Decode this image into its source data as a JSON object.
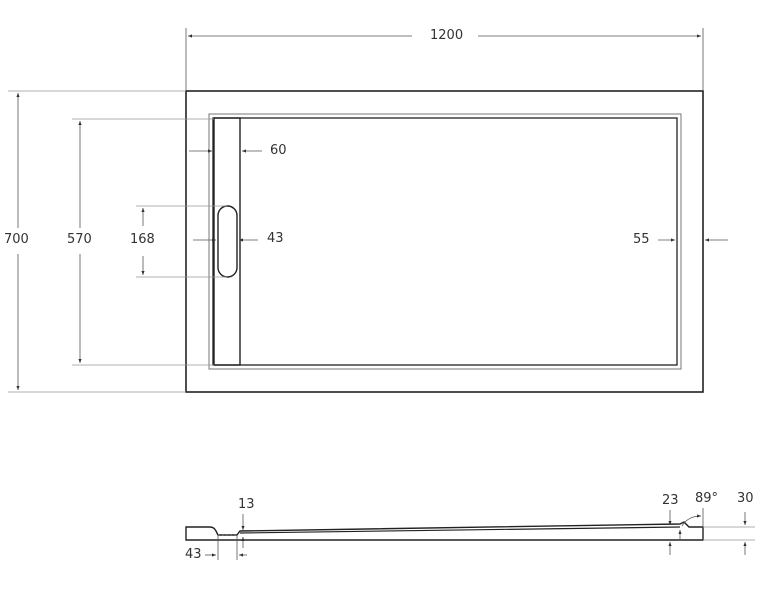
{
  "drawing": {
    "title": "Shower tray technical drawing",
    "colors": {
      "outline": "#222222",
      "dimension_line": "#555555",
      "text": "#333333",
      "background": "#ffffff"
    },
    "plan_view": {
      "dimensions": {
        "overall_length": "1200",
        "overall_width": "700",
        "inner_width": "570",
        "drain_slot_length": "168",
        "drain_channel_width": "60",
        "drain_slot_width": "43",
        "rim_width": "55"
      }
    },
    "side_view": {
      "dimensions": {
        "drain_depth": "13",
        "drain_offset": "43",
        "rim_height": "23",
        "edge_angle": "89°",
        "total_height": "30"
      }
    }
  }
}
